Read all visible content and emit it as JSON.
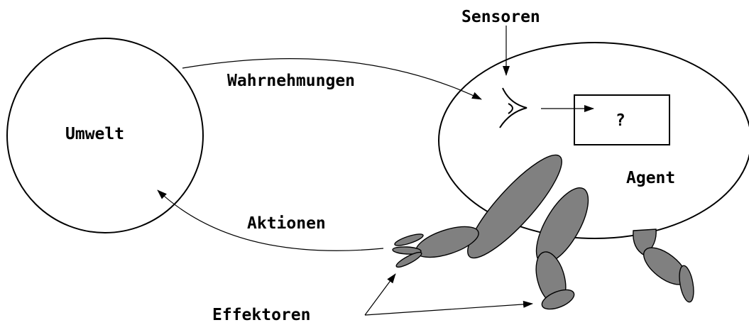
{
  "labels": {
    "environment": "Umwelt",
    "agent": "Agent",
    "sensors": "Sensoren",
    "percepts": "Wahrnehmungen",
    "actions": "Aktionen",
    "effectors": "Effektoren",
    "unknown": "?"
  }
}
